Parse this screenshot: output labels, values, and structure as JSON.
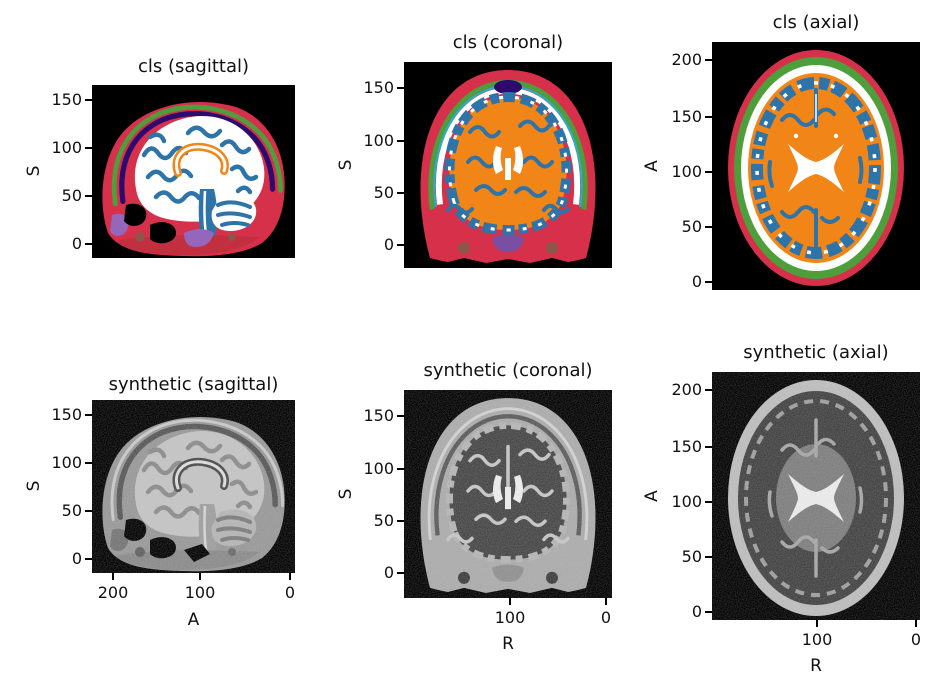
{
  "figure": {
    "background": "#ffffff",
    "rows": 2,
    "cols": 3
  },
  "palette": {
    "scalp_red": "#d6304a",
    "layer_green": "#4f9e3c",
    "cortex_blue": "#2e74a8",
    "white_matter_orange": "#f28518",
    "skull_indigo": "#2d0a6e",
    "tissue_violet": "#9467bd",
    "tissue_brown": "#8c564b",
    "csf_white": "#ffffff",
    "image_background": "#000000"
  },
  "chart_data": [
    {
      "type": "heatmap",
      "title": "cls (sagittal)",
      "xlabel": "",
      "ylabel": "S",
      "yticks": [
        150,
        100,
        50,
        0
      ],
      "xticks": [],
      "ylim": [
        -15,
        183
      ],
      "xlim": [
        232,
        -12
      ],
      "description": "Color-coded tissue class map of a sagittal head slice: blue cortex folds, white brain matter, orange corpus callosum, red/green/indigo scalp and skull layers, violet and brown soft tissue, black air pockets, black background."
    },
    {
      "type": "heatmap",
      "title": "cls (coronal)",
      "xlabel": "",
      "ylabel": "S",
      "yticks": [
        150,
        100,
        50,
        0
      ],
      "xticks": [],
      "ylim": [
        -22,
        183
      ],
      "xlim": [
        195,
        -15
      ],
      "description": "Color-coded tissue class map of a coronal head slice: orange white-matter core ringed by blue cortex, white CSF ventricles, red scalp rim with green and cyan layers, indigo patch at vertex, brown/violet tissue below."
    },
    {
      "type": "heatmap",
      "title": "cls (axial)",
      "xlabel": "",
      "ylabel": "A",
      "yticks": [
        200,
        150,
        100,
        50,
        0
      ],
      "xticks": [],
      "ylim": [
        -10,
        218
      ],
      "xlim": [
        195,
        -15
      ],
      "description": "Color-coded tissue class map of an axial head slice: elliptical head with red scalp ring, green and white skull layers, orange white matter, blue gyri band, white butterfly-shaped ventricles in the center."
    },
    {
      "type": "heatmap",
      "title": "synthetic (sagittal)",
      "xlabel": "A",
      "ylabel": "S",
      "yticks": [
        150,
        100,
        50,
        0
      ],
      "xticks": [
        200,
        100,
        0
      ],
      "ylim": [
        -15,
        183
      ],
      "xlim": [
        232,
        -12
      ],
      "description": "Synthetic grayscale MRI of the same sagittal slice: light gray brain, darker skull line, black sinuses at lower left, noisy gray soft tissue."
    },
    {
      "type": "heatmap",
      "title": "synthetic (coronal)",
      "xlabel": "R",
      "ylabel": "S",
      "yticks": [
        150,
        100,
        50,
        0
      ],
      "xticks": [
        100,
        0
      ],
      "ylim": [
        -22,
        183
      ],
      "xlim": [
        195,
        -15
      ],
      "description": "Synthetic grayscale MRI of the same coronal slice: dark cortex with light branching white matter, bright ventricles, light gray scalp rim."
    },
    {
      "type": "heatmap",
      "title": "synthetic (axial)",
      "xlabel": "R",
      "ylabel": "A",
      "yticks": [
        200,
        150,
        100,
        50,
        0
      ],
      "xticks": [
        100,
        0
      ],
      "ylim": [
        -10,
        218
      ],
      "xlim": [
        195,
        -15
      ],
      "description": "Synthetic grayscale MRI of the same axial slice: bright scalp ring, dark cortex, lighter central white matter with bright X-shaped ventricles."
    }
  ]
}
